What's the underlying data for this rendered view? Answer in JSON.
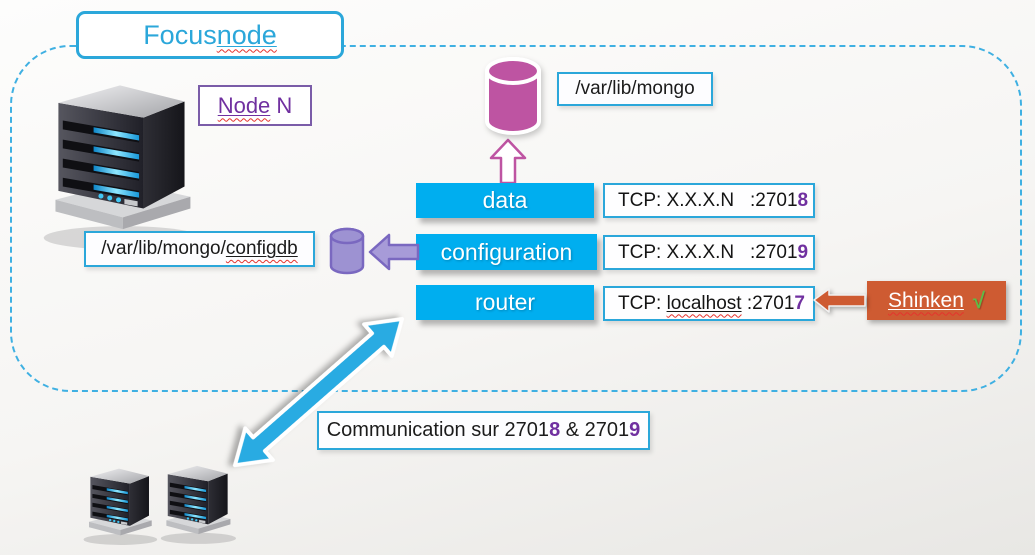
{
  "focus_title": {
    "prefix": "Focus ",
    "word": "node"
  },
  "node_label": {
    "word": "Node",
    "suffix": " N"
  },
  "mongo_path": "/var/lib/mongo",
  "configdb_path": {
    "prefix": "/var/lib/mongo/",
    "word": "configdb"
  },
  "processes": {
    "data": "data",
    "configuration": "configuration",
    "router": "router"
  },
  "tcp": {
    "data": {
      "pre": "TCP: X.X.X.N   :2701",
      "bold": "8"
    },
    "configuration": {
      "pre": "TCP: X.X.X.N   :2701",
      "bold": "9"
    },
    "router": {
      "pre": "TCP: ",
      "host": "localhost",
      "mid": " :2701",
      "bold": "7"
    }
  },
  "shinken": {
    "label": "Shinken",
    "check": "√"
  },
  "communication": {
    "pre": "Communication sur 2701",
    "bold1": "8",
    "mid": " & 2701",
    "bold2": "9"
  },
  "icons": {
    "server": "server-icon",
    "mongo_database": "database-cylinder-icon",
    "configdb_database": "database-cylinder-icon",
    "up_arrow": "arrow-up-icon",
    "left_arrow_configdb": "arrow-left-icon",
    "left_arrow_shinken": "arrow-left-icon",
    "double_arrow": "double-arrow-icon",
    "check": "check-icon"
  },
  "colors": {
    "accent_cyan": "#29ABE2",
    "process_box_cyan": "#00AEEF",
    "purple_text": "#7030A0",
    "magenta_database": "#BE54A2",
    "lavender_database": "#9D92D2",
    "lavender_border": "#7A68C0",
    "shinken_orange": "#CE5B32",
    "check_green": "#5FBB46",
    "spellcheck_red": "#E5332D"
  }
}
